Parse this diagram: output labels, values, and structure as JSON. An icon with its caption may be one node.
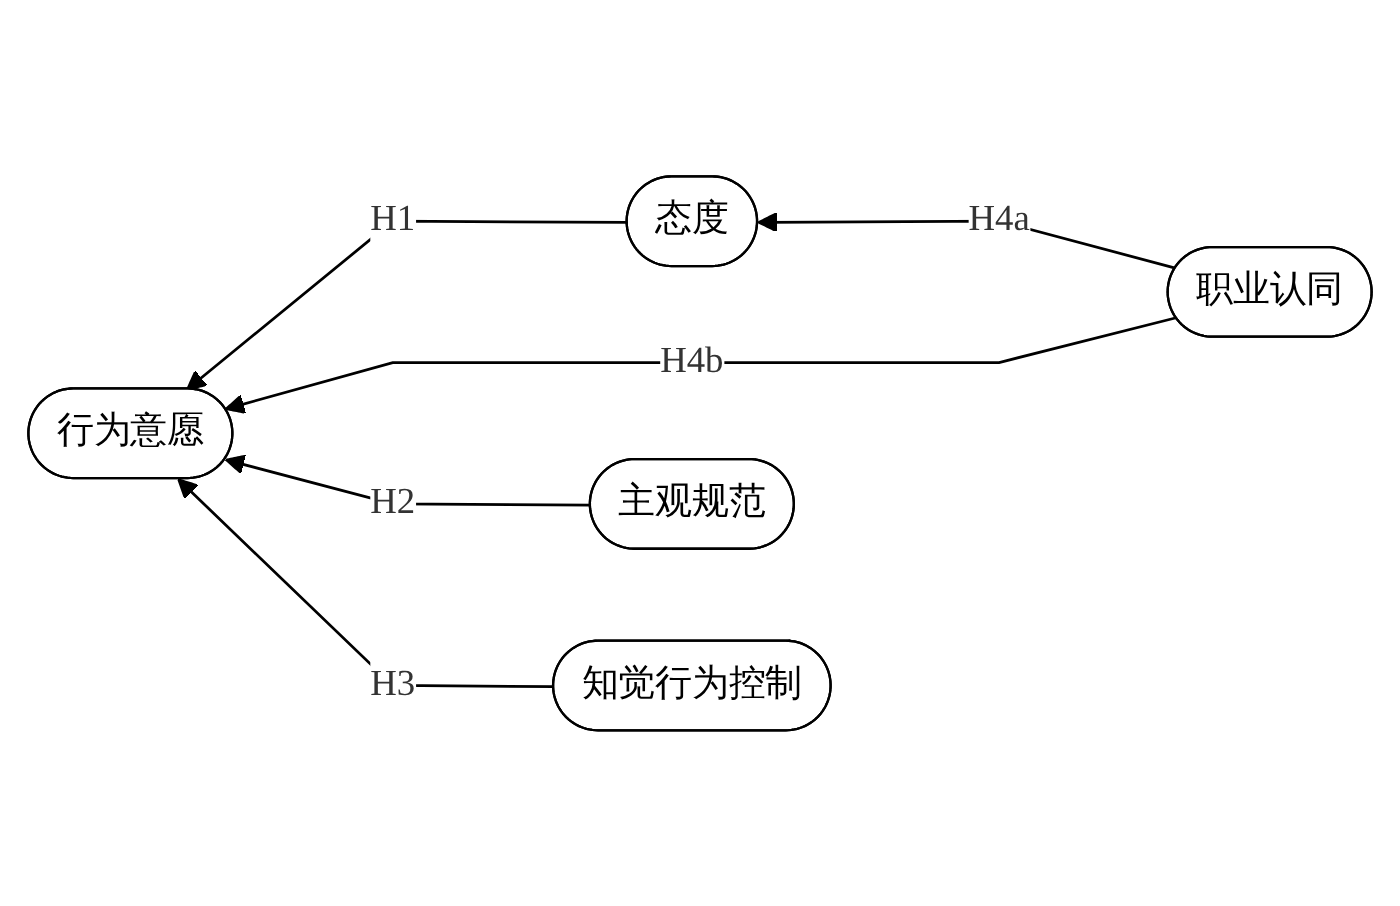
{
  "diagram": {
    "nodes": [
      {
        "text": [
          "态度"
        ]
      },
      {
        "text": [
          "职业认同"
        ]
      },
      {
        "text": [
          "主观规范"
        ]
      },
      {
        "text": [
          "行为意愿"
        ]
      },
      {
        "text": [
          "知觉行为控制"
        ]
      }
    ],
    "edges": [
      {
        "from": 1,
        "to": 0,
        "arrow": "to",
        "label": "H4a"
      },
      {
        "from": 0,
        "to": 3,
        "arrow": "to",
        "label": "H1"
      },
      {
        "from": 1,
        "to": 3,
        "arrow": "to",
        "label": "H4b"
      },
      {
        "from": 2,
        "to": 3,
        "arrow": "to",
        "label": "H2"
      },
      {
        "from": 4,
        "to": 3,
        "arrow": "to",
        "label": "H3"
      }
    ]
  }
}
